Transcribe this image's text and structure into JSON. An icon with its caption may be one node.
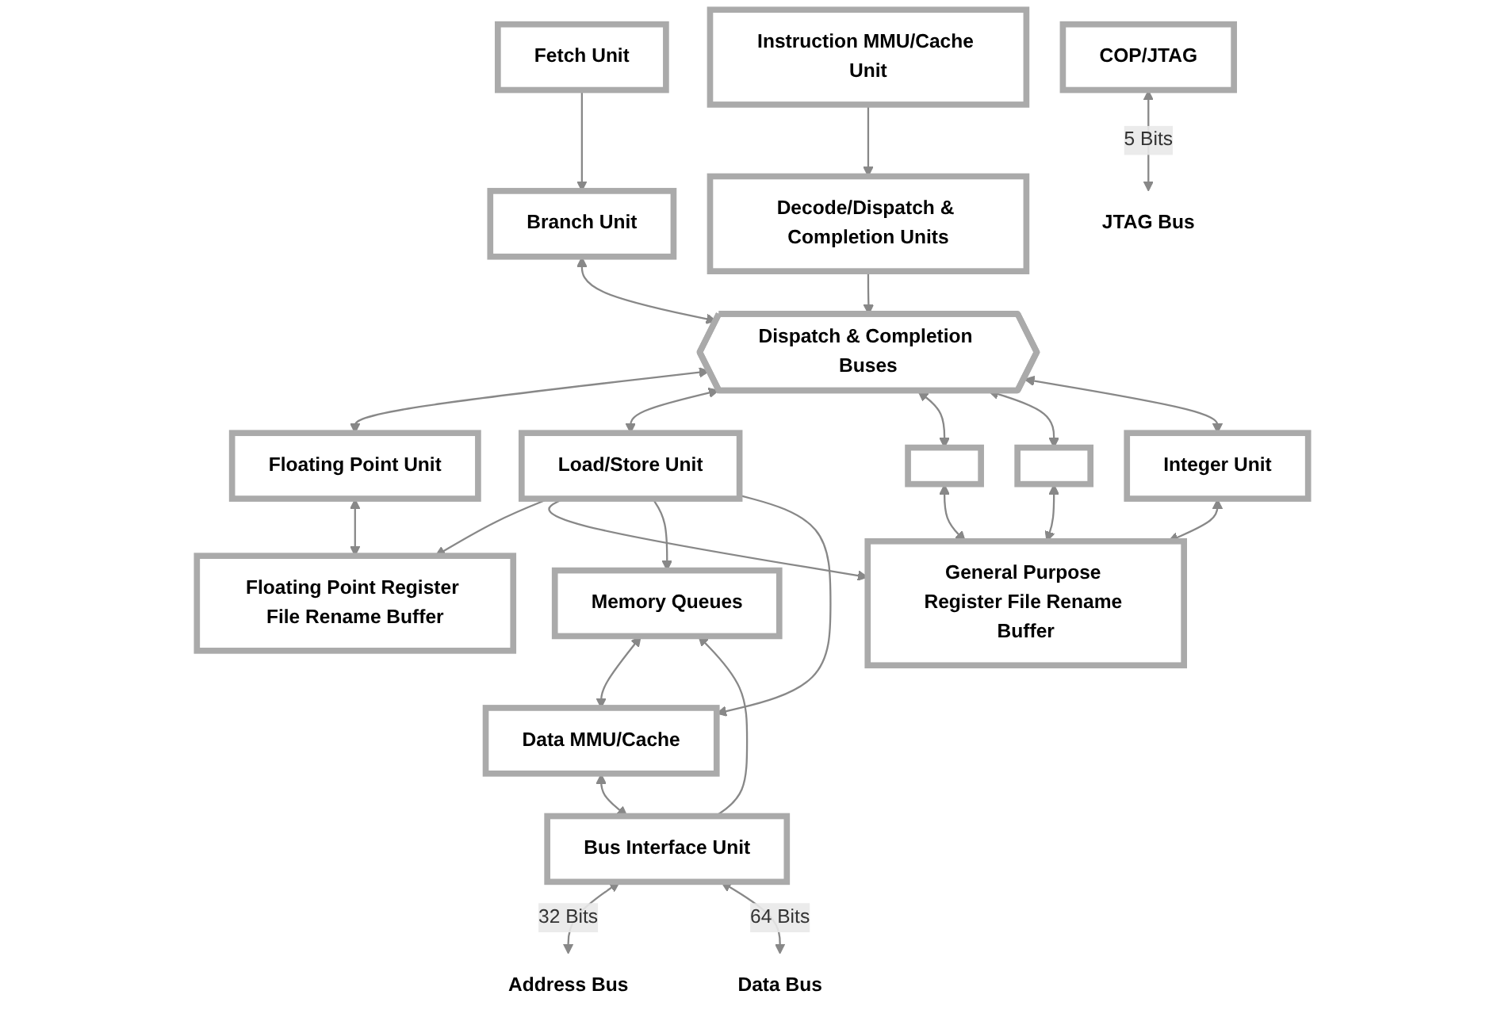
{
  "diagram": {
    "nodes": [
      {
        "text": [
          "Fetch Unit"
        ]
      },
      {
        "text": [
          "Instruction MMU/Cache Unit"
        ]
      },
      {
        "text": [
          "Branch Unit"
        ]
      },
      {
        "text": [
          "Decode/Dispatch & Completion Units"
        ]
      },
      {
        "text": [
          "Dispatch & Completion Buses"
        ]
      },
      {
        "text": [
          "Floating Point Unit"
        ]
      },
      {
        "text": [
          "Load/Store Unit"
        ]
      },
      {
        "text": [],
        "shape": "box"
      },
      {
        "text": [],
        "shape": "box"
      },
      {
        "text": [
          "Integer Unit"
        ]
      },
      {
        "text": [
          "Floating Point Register File Rename Buffer"
        ]
      },
      {
        "text": [
          "General Purpose Register File Rename Buffer"
        ]
      },
      {
        "text": [
          "Memory Queues"
        ]
      },
      {
        "text": [
          "Data MMU/Cache"
        ]
      },
      {
        "text": [
          "COP/JTAG"
        ]
      },
      {
        "text": [
          "Bus Interface Unit"
        ]
      },
      {
        "text": [
          "JTAG Bus"
        ]
      },
      {
        "text": [
          "Address Bus"
        ]
      },
      {
        "text": [
          "Data Bus"
        ]
      }
    ],
    "edges": [
      {
        "from": 0,
        "to": 2,
        "arrow": "to"
      },
      {
        "from": 1,
        "to": 3,
        "arrow": "to"
      },
      {
        "from": 2,
        "to": 4,
        "arrow": "both"
      },
      {
        "from": 3,
        "to": 4,
        "arrow": "to"
      },
      {
        "from": 4,
        "to": 5,
        "arrow": "both"
      },
      {
        "from": 4,
        "to": 6,
        "arrow": "both"
      },
      {
        "from": 4,
        "to": 7,
        "arrow": "both"
      },
      {
        "from": 4,
        "to": 8,
        "arrow": "both"
      },
      {
        "from": 4,
        "to": 9,
        "arrow": "both"
      },
      {
        "from": 5,
        "to": 10,
        "arrow": "both"
      },
      {
        "from": 6,
        "to": 10,
        "arrow": "to"
      },
      {
        "from": 6,
        "to": 11,
        "arrow": "to"
      },
      {
        "from": 6,
        "to": 12,
        "arrow": "to"
      },
      {
        "from": 6,
        "to": 13,
        "arrow": "to"
      },
      {
        "from": 7,
        "to": 11,
        "arrow": "both"
      },
      {
        "from": 8,
        "to": 11,
        "arrow": "both"
      },
      {
        "from": 9,
        "to": 11,
        "arrow": "both"
      },
      {
        "from": 12,
        "to": 13,
        "arrow": "both"
      },
      {
        "from": 15,
        "to": 12,
        "arrow": "to"
      },
      {
        "from": 13,
        "to": 15,
        "arrow": "both"
      },
      {
        "from": 14,
        "to": 16,
        "arrow": "both",
        "label": "5 Bits"
      },
      {
        "from": 15,
        "to": 17,
        "arrow": "both",
        "label": "32 Bits"
      },
      {
        "from": 15,
        "to": 18,
        "arrow": "both",
        "label": "64 Bits"
      }
    ]
  }
}
